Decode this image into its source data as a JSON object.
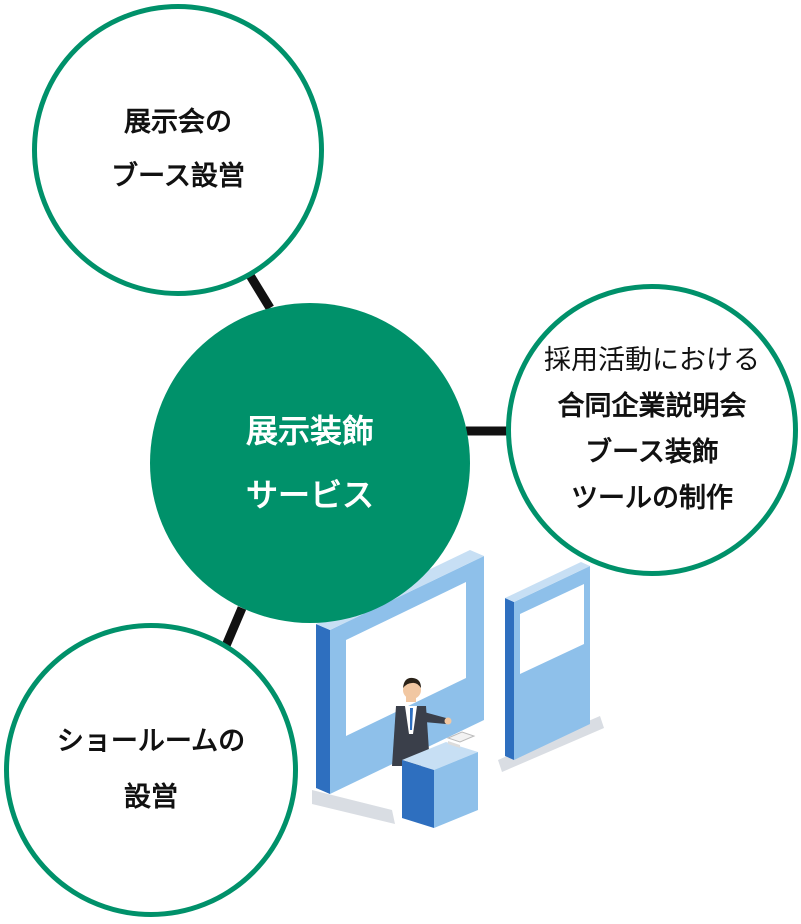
{
  "center": {
    "line1": "展示装飾",
    "line2": "サービス"
  },
  "nodes": {
    "exhibition": {
      "line1": "展示会の",
      "line2": "ブース設営"
    },
    "recruitment": {
      "line1": "採用活動における",
      "line2": "合同企業説明会",
      "line3": "ブース装飾",
      "line4": "ツールの制作"
    },
    "showroom": {
      "line1": "ショールームの",
      "line2": "設営"
    }
  },
  "colors": {
    "accent_green": "#00916a",
    "connector": "#111111",
    "booth_blue_light": "#8ec0ea",
    "booth_blue_dark": "#2e6fbf",
    "text_dark": "#111111"
  },
  "icons": {
    "illustration": "exhibition-booth-presenter-illustration"
  }
}
